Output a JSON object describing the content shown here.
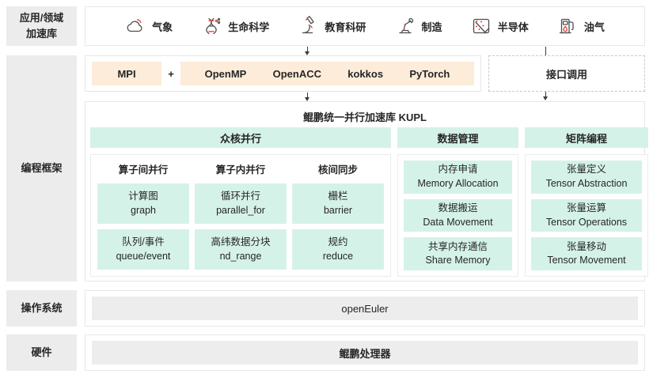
{
  "layers": {
    "apps": {
      "line1": "应用/领域",
      "line2": "加速库"
    },
    "frameworks": "编程框架",
    "os": "操作系统",
    "hardware": "硬件"
  },
  "apps": {
    "items": [
      {
        "label": "气象"
      },
      {
        "label": "生命科学"
      },
      {
        "label": "教育科研"
      },
      {
        "label": "制造"
      },
      {
        "label": "半导体"
      },
      {
        "label": "油气"
      }
    ]
  },
  "framework_row": {
    "mpi": "MPI",
    "plus": "+",
    "libs": [
      "OpenMP",
      "OpenACC",
      "kokkos",
      "PyTorch"
    ],
    "interface_label": "接口调用"
  },
  "kupl": {
    "title": "鲲鹏统一并行加速库 KUPL",
    "sections": [
      {
        "header": "众核并行",
        "columns": [
          {
            "title": "算子间并行",
            "cells": [
              {
                "zh": "计算图",
                "en": "graph"
              },
              {
                "zh": "队列/事件",
                "en": "queue/event"
              }
            ]
          },
          {
            "title": "算子内并行",
            "cells": [
              {
                "zh": "循环并行",
                "en": "parallel_for"
              },
              {
                "zh": "高纬数据分块",
                "en": "nd_range"
              }
            ]
          },
          {
            "title": "核间同步",
            "cells": [
              {
                "zh": "栅栏",
                "en": "barrier"
              },
              {
                "zh": "规约",
                "en": "reduce"
              }
            ]
          }
        ]
      },
      {
        "header": "数据管理",
        "cells": [
          {
            "zh": "内存申请",
            "en": "Memory Allocation"
          },
          {
            "zh": "数据搬运",
            "en": "Data Movement"
          },
          {
            "zh": "共享内存通信",
            "en": "Share Memory"
          }
        ]
      },
      {
        "header": "矩阵编程",
        "cells": [
          {
            "zh": "张量定义",
            "en": "Tensor Abstraction"
          },
          {
            "zh": "张量运算",
            "en": "Tensor Operations"
          },
          {
            "zh": "张量移动",
            "en": "Tensor Movement"
          }
        ]
      }
    ]
  },
  "os_row": {
    "value": "openEuler"
  },
  "hw_row": {
    "value": "鲲鹏处理器"
  },
  "colors": {
    "mint": "#d5f2e9",
    "peach": "#fcecd9",
    "label_gray": "#ececec",
    "inner_gray": "#ededed",
    "accent_red": "#e0403a",
    "icon_gray": "#4d4d4d"
  }
}
